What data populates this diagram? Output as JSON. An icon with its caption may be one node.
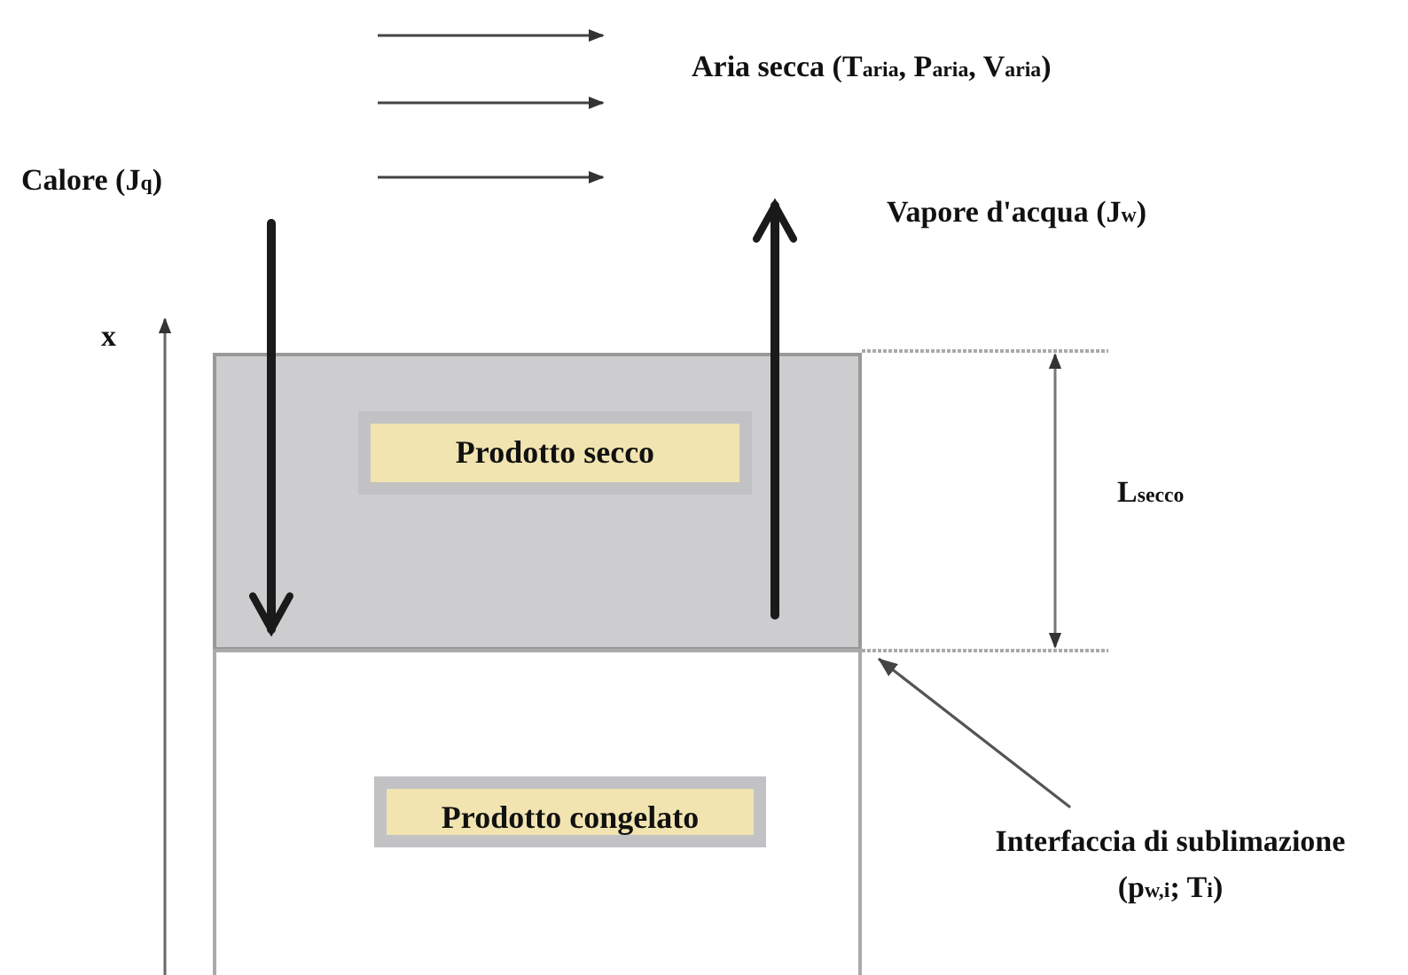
{
  "diagram": {
    "nodes": [
      {
        "text": [
          "Calore (J$_{q}$)"
        ]
      },
      {
        "text": [
          "Vapore d'acqua (J$_{w}$)"
        ]
      },
      {
        "text": [
          "Prodotto secco"
        ]
      },
      {
        "text": [
          "Prodotto congelato"
        ]
      },
      {
        "text": [
          "Interfaccia di sublimazione",
          "(p$_{w,i}$; T$_{i}$)"
        ]
      }
    ],
    "edges": [
      {
        "from": 0,
        "to": 2,
        "arrow": "to"
      },
      {
        "from": 2,
        "to": 1,
        "arrow": "to"
      },
      {
        "from": 4,
        "to": 2,
        "arrow": "to"
      }
    ],
    "labels": [
      "Aria secca (T$_{aria}$, P$_{aria}$, V$_{aria}$)",
      "x",
      "L$_{secco}$"
    ]
  }
}
